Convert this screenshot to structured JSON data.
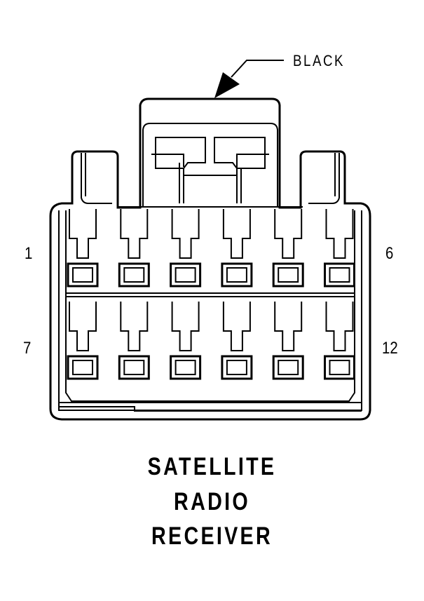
{
  "connector": {
    "color_callout": "BLACK",
    "pin_labels": {
      "top_left": "1",
      "top_right": "6",
      "bottom_left": "7",
      "bottom_right": "12"
    },
    "title_lines": [
      "SATELLITE",
      "RADIO",
      "RECEIVER"
    ],
    "rows": 2,
    "cavities_per_row": 6
  },
  "colors": {
    "line": "#000000",
    "background": "#ffffff"
  }
}
